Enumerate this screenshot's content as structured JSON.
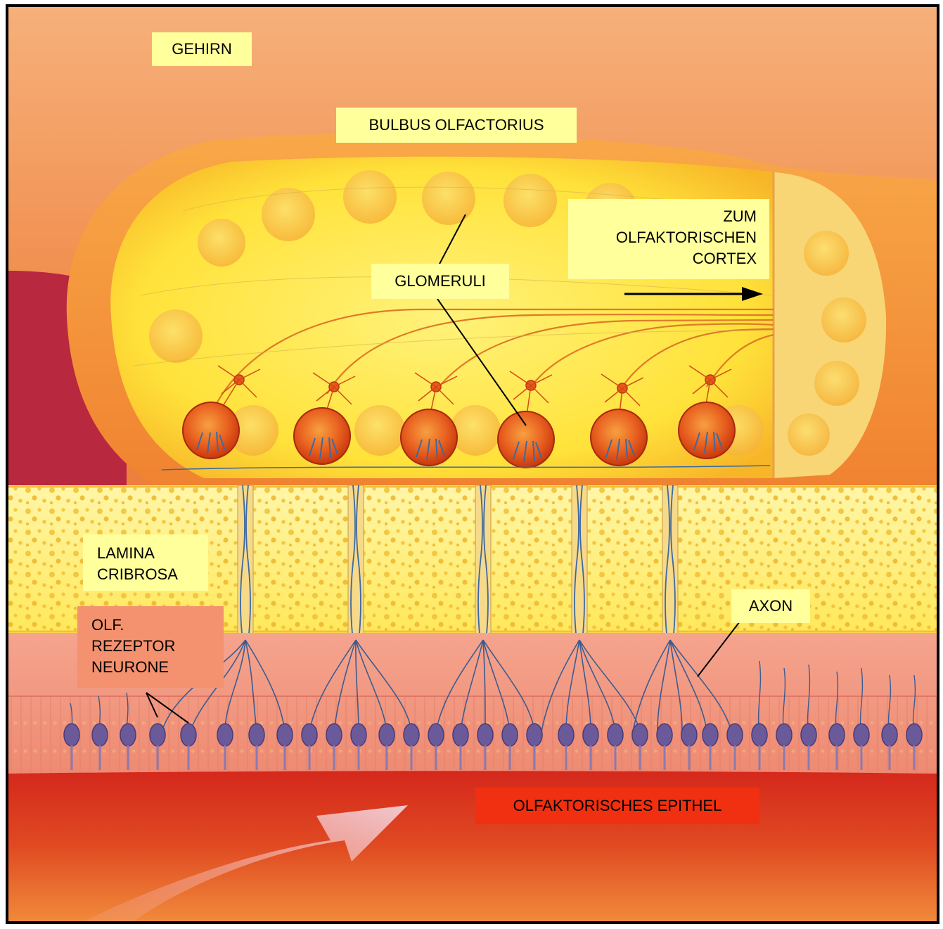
{
  "diagram": {
    "labels": {
      "brain": "GEHIRN",
      "bulb": "BULBUS OLFACTORIUS",
      "cortex": [
        "ZUM",
        "OLFAKTORISCHEN",
        "CORTEX"
      ],
      "glomeruli": "GLOMERULI",
      "lamina": [
        "LAMINA",
        "CRIBROSA"
      ],
      "receptors": [
        "OLF.",
        "REZEPTOR",
        "NEURONE"
      ],
      "axon": "AXON",
      "epithelium": "OLFAKTORISCHES EPITHEL"
    },
    "colors": {
      "brain": "#f0702a",
      "bulb_tissue": "#ffe640",
      "lamina_bone": "#fff27a",
      "epithelium": "#f5a08a",
      "mucosa": "#d8301a",
      "glomerulus": "#e0461a",
      "receptor_cell": "#6a5a9a",
      "nerve_fiber": "#3c6aa0",
      "label_yellow": "#ffff9c",
      "label_salmon": "#f4916e",
      "label_red": "#f03010"
    }
  }
}
